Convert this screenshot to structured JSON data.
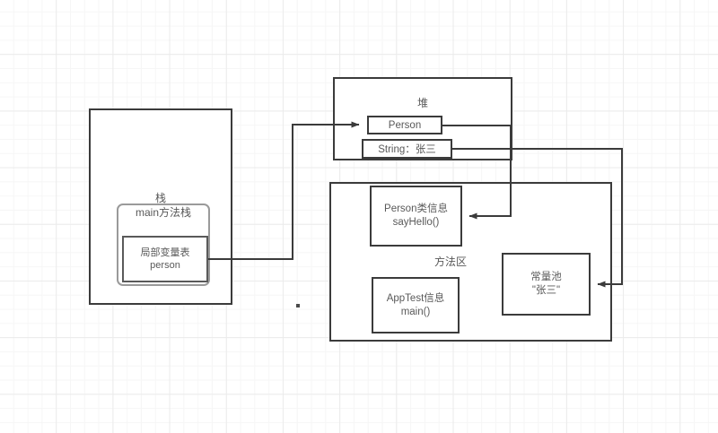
{
  "diagram": {
    "title": "JVM Memory Model Diagram",
    "stroke_color": "#3b3b3b",
    "text_color": "#595959",
    "grid_color": "#ebebeb",
    "background": "#ffffff"
  },
  "stack": {
    "region_label": "栈",
    "frame_label": "main方法栈",
    "local_vars_line1": "局部变量表",
    "local_vars_line2": "person"
  },
  "heap": {
    "region_label": "堆",
    "object_person": "Person",
    "object_string": "String：张三"
  },
  "method_area": {
    "region_label": "方法区",
    "person_class_line1": "Person类信息",
    "person_class_line2": "sayHello()",
    "apptest_class_line1": "AppTest信息",
    "apptest_class_line2": "main()",
    "const_pool_line1": "常量池",
    "const_pool_line2": "\"张三\""
  },
  "connectors": [
    {
      "name": "person-ref-to-heap-object",
      "from": "local-variable-table",
      "to": "heap-person-object"
    },
    {
      "name": "heap-person-to-class-info",
      "from": "heap-person-object",
      "to": "person-class-info"
    },
    {
      "name": "heap-string-to-constant-pool",
      "from": "heap-string-object",
      "to": "constant-pool"
    }
  ]
}
